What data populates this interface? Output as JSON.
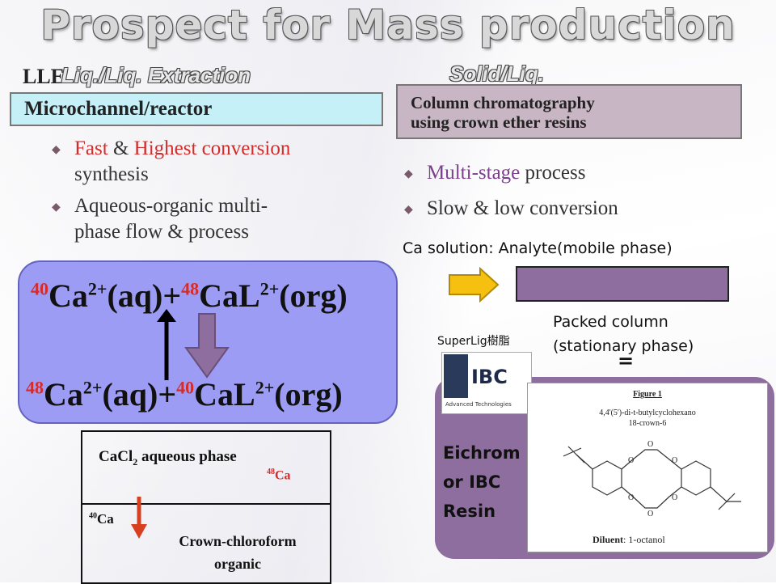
{
  "slide": {
    "title": "Prospect for Mass production",
    "left": {
      "header_prefix": "LLE",
      "header_overlay": "Liq./Liq. Extraction",
      "method_box": "Microchannel/reactor",
      "bullets": [
        {
          "parts": [
            {
              "text": "Fast",
              "red": true
            },
            {
              "text": " & ",
              "red": false
            },
            {
              "text": "Highest conversion",
              "red": true
            }
          ],
          "line2": "synthesis"
        },
        {
          "parts": [
            {
              "text": "Aqueous-organic multi-",
              "red": false
            }
          ],
          "line2": "phase flow & process"
        }
      ],
      "equation_top": {
        "m1": "40",
        "s1": "Ca",
        "c1": "2+",
        "mid": "(aq)+",
        "m2": "48",
        "s2": "CaL",
        "c2": "2+",
        "end": "(org)"
      },
      "equation_bottom": {
        "m1": "48",
        "s1": "Ca",
        "c1": "2+",
        "mid": "(aq)+",
        "m2": "40",
        "s2": "CaL",
        "c2": "2+",
        "end": "(org)"
      },
      "phase_diagram": {
        "aqueous_label_a": "CaCl",
        "aqueous_label_sub": "2",
        "aqueous_label_b": " aqueous phase",
        "ca48_mass": "48",
        "ca48_sym": "Ca",
        "ca40_mass": "40",
        "ca40_sym": "Ca",
        "organic_line1": "Crown-chloroform",
        "organic_line2": "organic"
      }
    },
    "right": {
      "header": "Solid/Liq.",
      "method_box_line1": "Column chromatography",
      "method_box_line2": "using crown ether resins",
      "bullets": [
        {
          "parts": [
            {
              "text": "Multi-stage",
              "purple": true
            },
            {
              "text": " process",
              "purple": false
            }
          ]
        },
        {
          "parts": [
            {
              "text": "Slow & low conversion",
              "purple": false
            }
          ]
        }
      ],
      "ca_solution": "Ca solution: Analyte(mobile phase)",
      "packed_line1": "Packed column",
      "packed_line2": "(stationary phase)",
      "equals": "=",
      "superlig_label": "SuperLig樹脂",
      "resin_line1": "Eichrom",
      "resin_line2": "or IBC",
      "resin_line3": "Resin",
      "ibc_logo_text": "IBC",
      "ibc_logo_sub": "Advanced Technologies",
      "figure_title": "Figure 1",
      "figure_compound_line1": "4,4'(5')-di-t-butylcyclohexano",
      "figure_compound_line2": "18-crown-6",
      "figure_diluent_label": "Diluent",
      "figure_diluent_value": ": 1-octanol",
      "ring_oxygen": "O"
    }
  }
}
